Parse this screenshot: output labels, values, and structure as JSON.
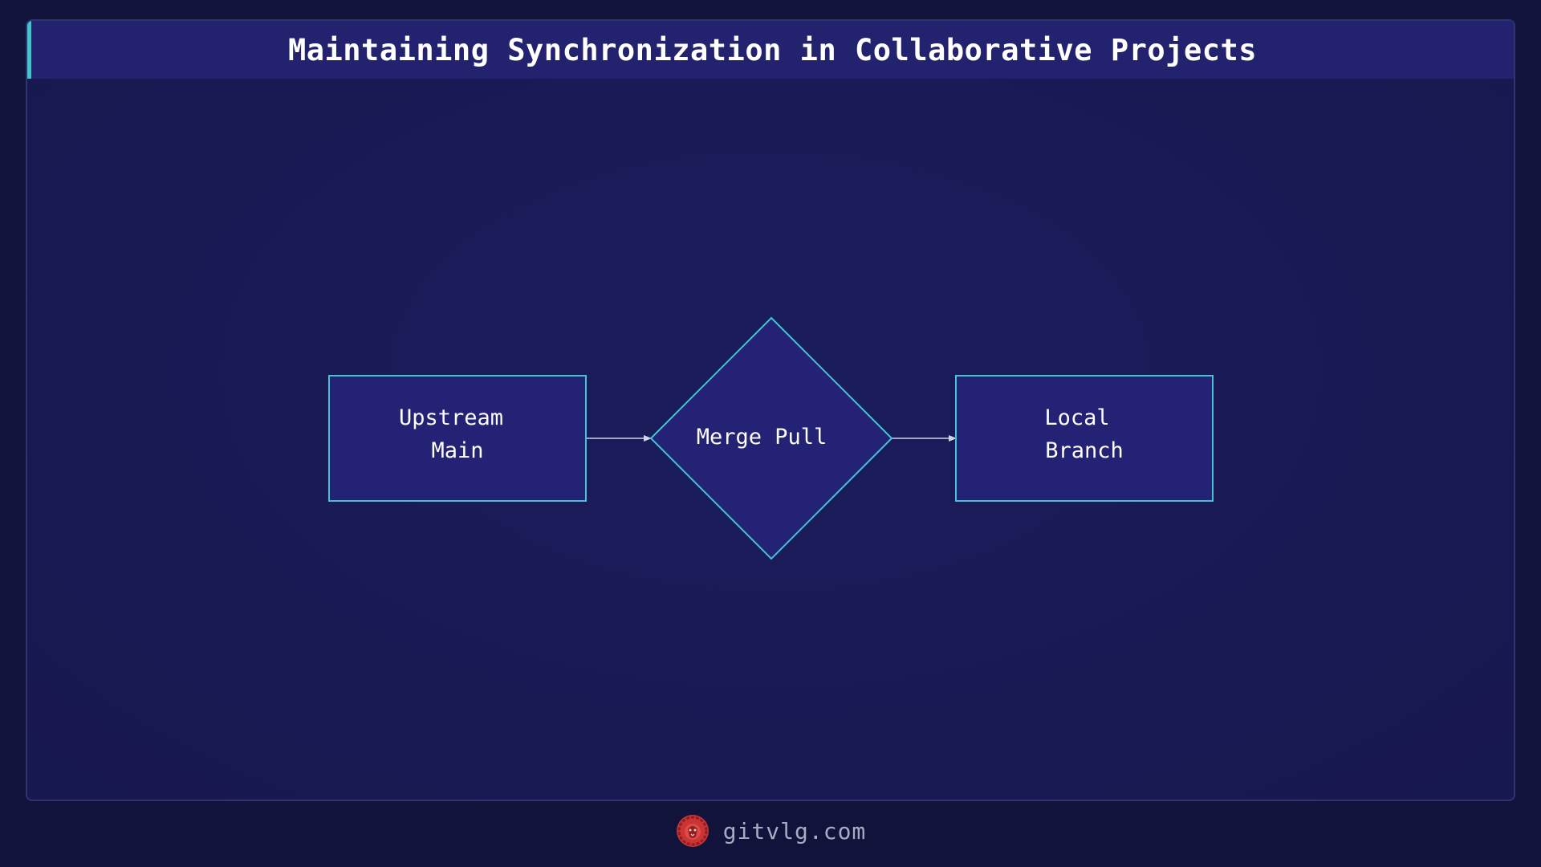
{
  "title": "Maintaining Synchronization in Collaborative Projects",
  "diagram": {
    "nodes": [
      {
        "id": "upstream",
        "shape": "rectangle",
        "lines": [
          "Upstream",
          "Main"
        ]
      },
      {
        "id": "merge",
        "shape": "diamond",
        "lines": [
          "Merge Pull"
        ]
      },
      {
        "id": "local",
        "shape": "rectangle",
        "lines": [
          "Local",
          "Branch"
        ]
      }
    ],
    "edges": [
      {
        "from": "upstream",
        "to": "merge"
      },
      {
        "from": "merge",
        "to": "local"
      }
    ]
  },
  "footer": {
    "site": "gitvlg.com",
    "logo_icon": "lion-head-icon"
  },
  "colors": {
    "background": "#11133a",
    "panel": "#1a1b57",
    "header": "#22226f",
    "accent": "#3fc7c9",
    "node_fill": "#232275",
    "node_stroke": "#45c3d1",
    "logo": "#d83a3a"
  }
}
